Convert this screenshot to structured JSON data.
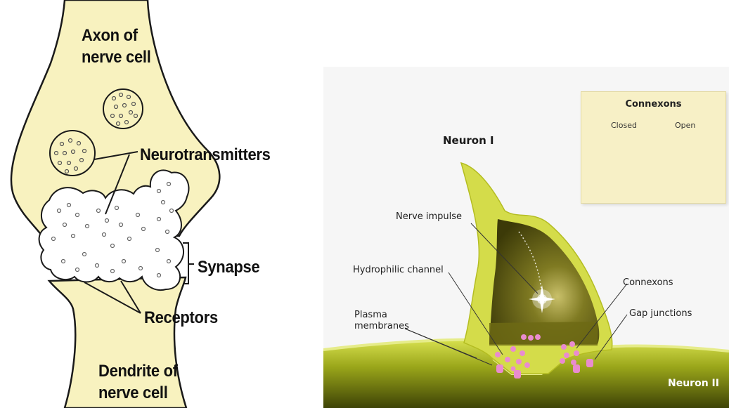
{
  "left_diagram": {
    "labels": {
      "axon": [
        "Axon of",
        "nerve cell"
      ],
      "neurotransmitters": "Neurotransmitters",
      "synapse": "Synapse",
      "receptors": "Receptors",
      "dendrite": [
        "Dendrite of",
        "nerve cell"
      ]
    },
    "colors": {
      "cell_fill": "#f8f2bf",
      "outline": "#1a1a1a"
    }
  },
  "right_diagram": {
    "titles": {
      "neuron1": "Neuron I",
      "neuron2": "Neuron II"
    },
    "labels": {
      "nerve_impulse": "Nerve impulse",
      "hydrophilic_channel": "Hydrophilic channel",
      "plasma_membranes": [
        "Plasma",
        "membranes"
      ],
      "connexons": "Connexons",
      "gap_junctions": "Gap junctions"
    },
    "inset": {
      "title": "Connexons",
      "closed": "Closed",
      "open": "Open"
    },
    "colors": {
      "membrane": "#c9d640",
      "interior": "#5a5a12",
      "connexon": "#e98ccf",
      "inset_bg": "#f7f0c6"
    }
  }
}
